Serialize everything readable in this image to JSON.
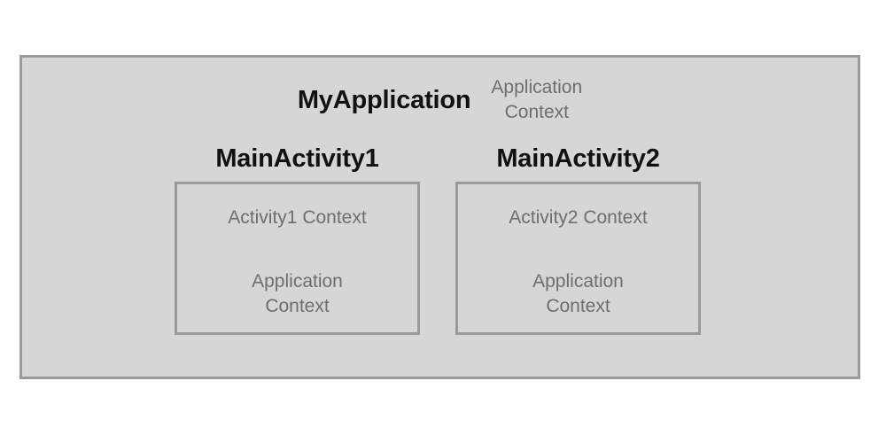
{
  "diagram": {
    "type": "android-context-hierarchy",
    "background_color": "#ffffff",
    "container_fill": "#d6d6d6",
    "border_color": "#9a9a9a",
    "title_color": "#111111",
    "label_color": "#6e6e6e",
    "application": {
      "title": "MyApplication",
      "context_label": "Application\nContext"
    },
    "activities": [
      {
        "title": "MainActivity1",
        "activity_context_label": "Activity1 Context",
        "application_context_label": "Application\nContext"
      },
      {
        "title": "MainActivity2",
        "activity_context_label": "Activity2 Context",
        "application_context_label": "Application\nContext"
      }
    ]
  }
}
